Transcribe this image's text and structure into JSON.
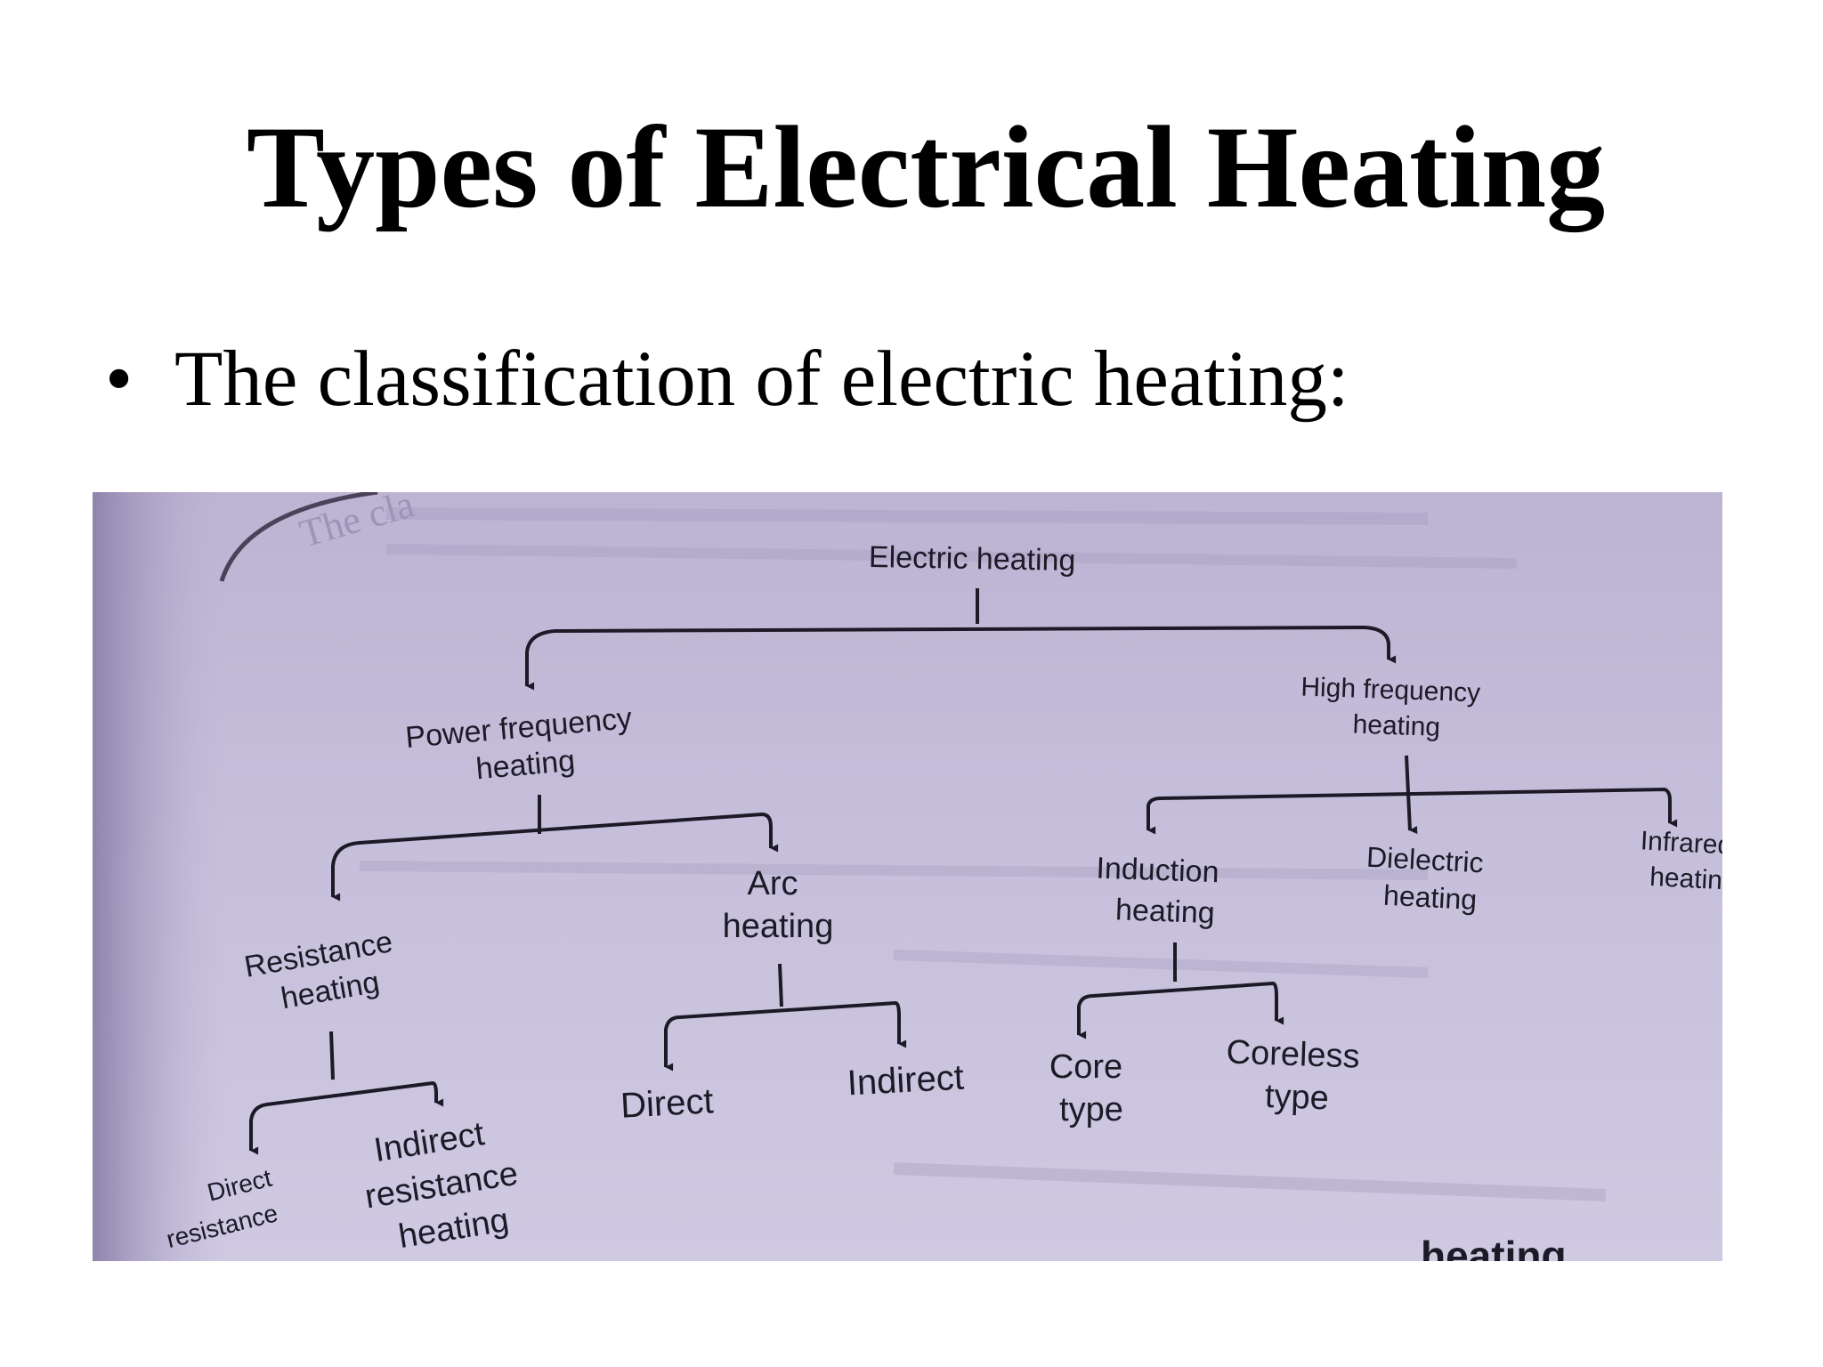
{
  "slide": {
    "title": "Types of Electrical Heating",
    "bullet_symbol": "•",
    "bullet_text": "The classification of electric heating:"
  },
  "diagram": {
    "corner_caption": "The cla",
    "bottom_caption": "heating",
    "root": "Electric heating",
    "power_frequency": [
      "Power frequency",
      "heating"
    ],
    "high_frequency": [
      "High frequency",
      "heating"
    ],
    "resistance": [
      "Resistance",
      "heating"
    ],
    "arc": [
      "Arc",
      "heating"
    ],
    "induction": [
      "Induction",
      "heating"
    ],
    "dielectric": [
      "Dielectric",
      "heating"
    ],
    "infrared": [
      "Infrared",
      "heating"
    ],
    "direct_resistance": [
      "Direct",
      "resistance"
    ],
    "indirect_resistance": [
      "Indirect",
      "resistance",
      "heating"
    ],
    "arc_direct": "Direct",
    "arc_indirect": "Indirect",
    "core_type": [
      "Core",
      "type"
    ],
    "coreless_type": [
      "Coreless",
      "type"
    ]
  },
  "colors": {
    "photo_background": "#c6bfdb",
    "ink": "#1c1a26"
  }
}
